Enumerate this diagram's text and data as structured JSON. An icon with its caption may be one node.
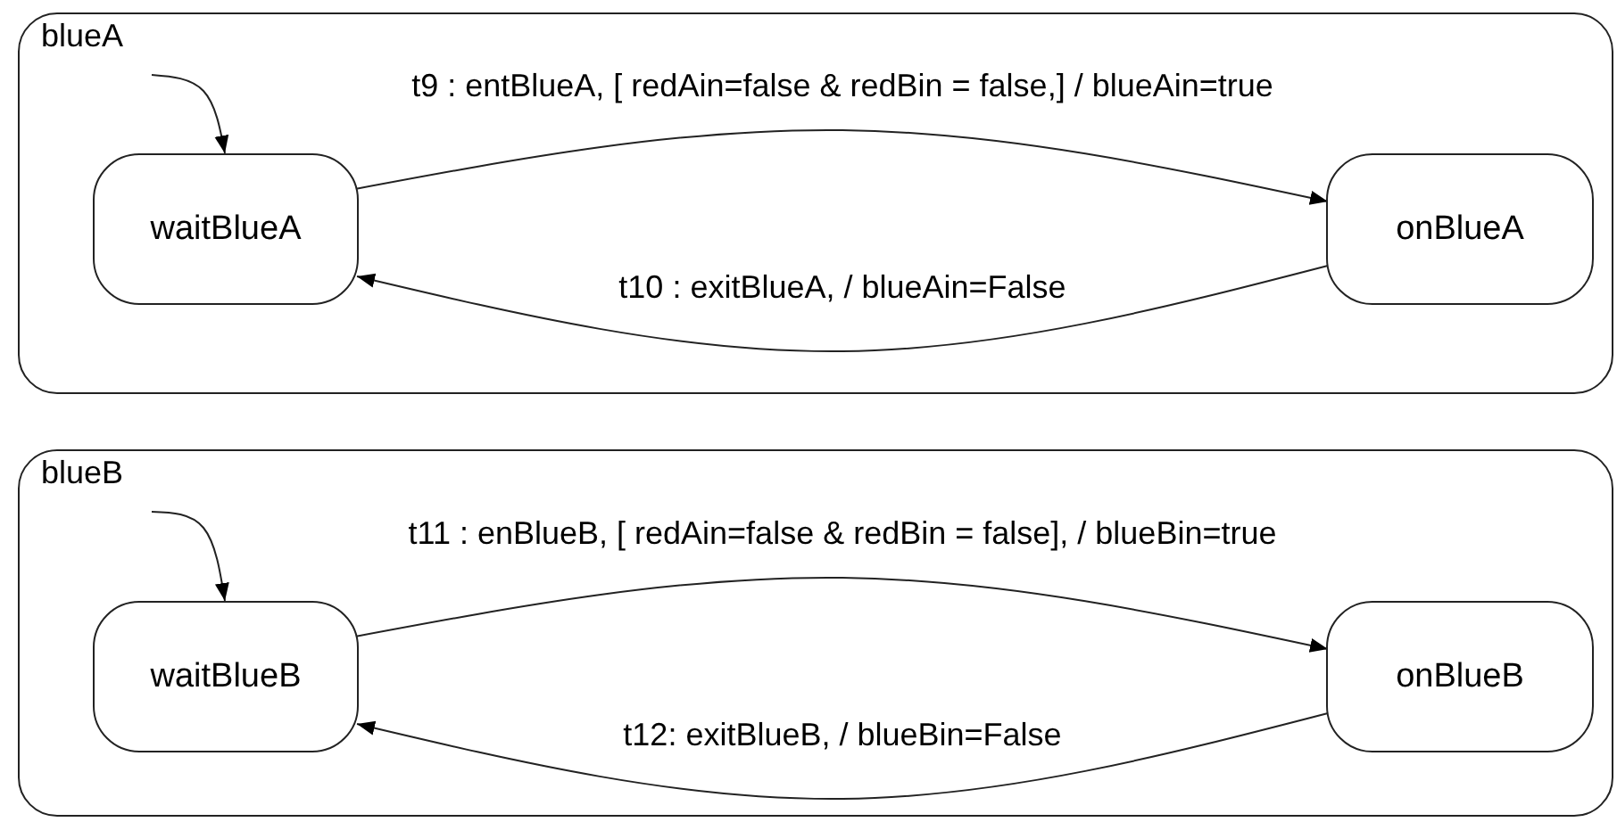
{
  "diagram": {
    "nodes": [
      {
        "text": [
          "blueA"
        ]
      },
      {
        "text": [
          "waitBlueA"
        ],
        "in": 0
      },
      {
        "text": [
          "onBlueA"
        ],
        "in": 0
      },
      {
        "text": [
          "blueB"
        ]
      },
      {
        "text": [
          "waitBlueB"
        ],
        "in": 3
      },
      {
        "text": [
          "onBlueB"
        ],
        "in": 3
      }
    ],
    "edges": [
      {
        "from": null,
        "to": 1,
        "arrow": "to"
      },
      {
        "from": 1,
        "to": 2,
        "arrow": "to",
        "label": "t9 : entBlueA, [ redAin=false & redBin = false,] / blueAin=true"
      },
      {
        "from": 2,
        "to": 1,
        "arrow": "to",
        "label": "t10 : exitBlueA, / blueAin=False"
      },
      {
        "from": null,
        "to": 4,
        "arrow": "to"
      },
      {
        "from": 4,
        "to": 5,
        "arrow": "to",
        "label": "t11 : enBlueB, [ redAin=false & redBin = false], / blueBin=true"
      },
      {
        "from": 5,
        "to": 4,
        "arrow": "to",
        "label": "t12: exitBlueB, / blueBin=False"
      }
    ]
  }
}
